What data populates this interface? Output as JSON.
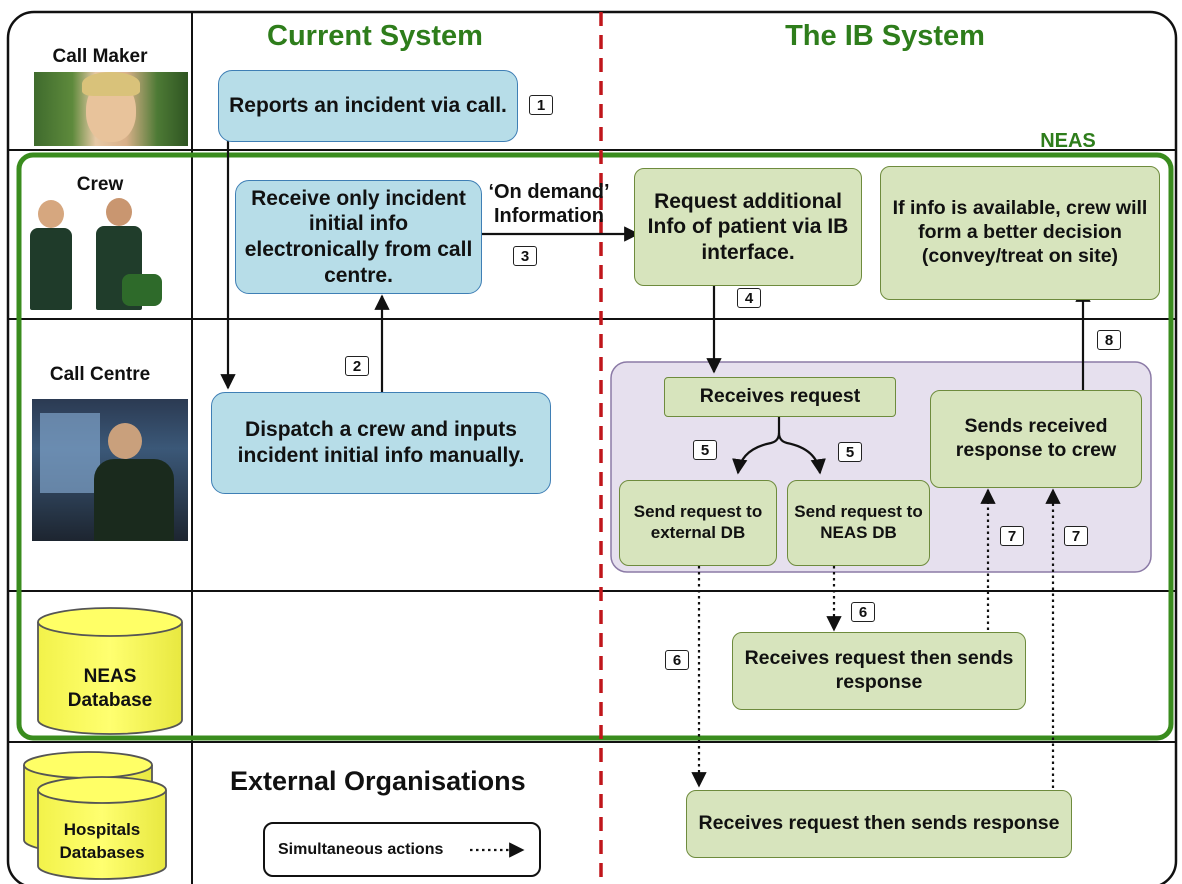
{
  "headers": {
    "current": "Current System",
    "ib": "The IB System",
    "neas": "NEAS"
  },
  "lanes": {
    "call_maker": "Call Maker",
    "crew": "Crew",
    "call_centre": "Call Centre",
    "neas_db_line1": "NEAS",
    "neas_db_line2": "Database",
    "hospitals_line1": "Hospitals",
    "hospitals_line2": "Databases"
  },
  "boxes": {
    "reports": "Reports an incident via call.",
    "receive_only": "Receive only incident initial info electronically from call centre.",
    "dispatch": "Dispatch a crew and inputs incident initial info manually.",
    "request_additional": "Request additional Info of patient via IB interface.",
    "if_info": "If info is available, crew will form a better decision (convey/treat on site)",
    "receives_request": "Receives request",
    "send_external": "Send request to external DB",
    "send_neas": "Send request to NEAS DB",
    "sends_received": "Sends received response to crew",
    "neas_receives": "Receives request then sends  response",
    "hosp_receives": "Receives request then sends response"
  },
  "labels": {
    "on_demand_line1": "‘On demand’",
    "on_demand_line2": "Information",
    "external_orgs": "External Organisations",
    "simultaneous": "Simultaneous actions"
  },
  "steps": {
    "s1": "1",
    "s2": "2",
    "s3": "3",
    "s4": "4",
    "s5a": "5",
    "s5b": "5",
    "s6a": "6",
    "s6b": "6",
    "s7a": "7",
    "s7b": "7",
    "s8": "8"
  },
  "colors": {
    "header_green": "#2e7d1b",
    "neas_border": "#3a8c1e",
    "divider_red": "#c0161b",
    "blue_fill": "#b7dde8",
    "green_fill": "#d7e4bd",
    "purple_fill": "#e6e0ee",
    "db_yellow": "#ffff66"
  }
}
